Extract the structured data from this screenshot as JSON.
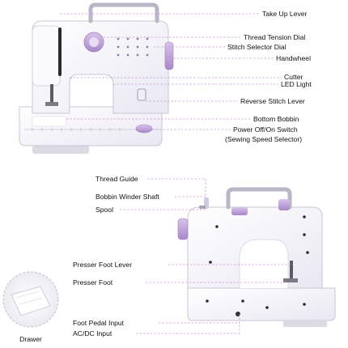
{
  "colors": {
    "machine_body": "#f6f6fb",
    "machine_outline": "#c9c6d6",
    "accent_purple": "#b79ad3",
    "leader_line": "#c79bd6",
    "text": "#111111"
  },
  "top_view": {
    "labels": {
      "take_up_lever": "Take Up Lever",
      "thread_tension_dial": "Thread Tension Dial",
      "stitch_selector_dial": "Stitch Selector Dial",
      "handwheel": "Handwheel",
      "cutter": "Cutter",
      "led_light": "LED Light",
      "reverse_stitch_lever": "Reverse Stitch Lever",
      "bottom_bobbin": "Bottom Bobbin",
      "power_switch_line1": "Power Off/On Switch",
      "power_switch_line2": "(Sewing Speed Selector)"
    }
  },
  "side_view": {
    "labels": {
      "thread_guide": "Thread Guide",
      "bobbin_winder_shaft": "Bobbin Winder Shaft",
      "spool": "Spool",
      "presser_foot_lever": "Presser Foot Lever",
      "presser_foot": "Presser Foot",
      "foot_pedal_input": "Foot Pedal Input",
      "ac_dc_input": "AC/DC Input"
    }
  },
  "drawer": {
    "label": "Drawer"
  },
  "icons": [
    "sewing-machine-front-image",
    "sewing-machine-side-image",
    "drawer-image"
  ]
}
